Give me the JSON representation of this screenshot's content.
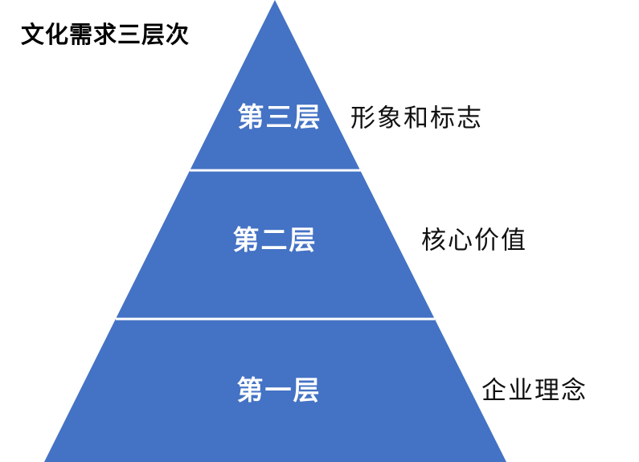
{
  "title": "文化需求三层次",
  "pyramid": {
    "color": "#4472C4",
    "divider_color": "#FFFFFF",
    "layers": [
      {
        "name": "第三层",
        "label": "形象和标志"
      },
      {
        "name": "第二层",
        "label": "核心价值"
      },
      {
        "name": "第一层",
        "label": "企业理念"
      }
    ]
  }
}
